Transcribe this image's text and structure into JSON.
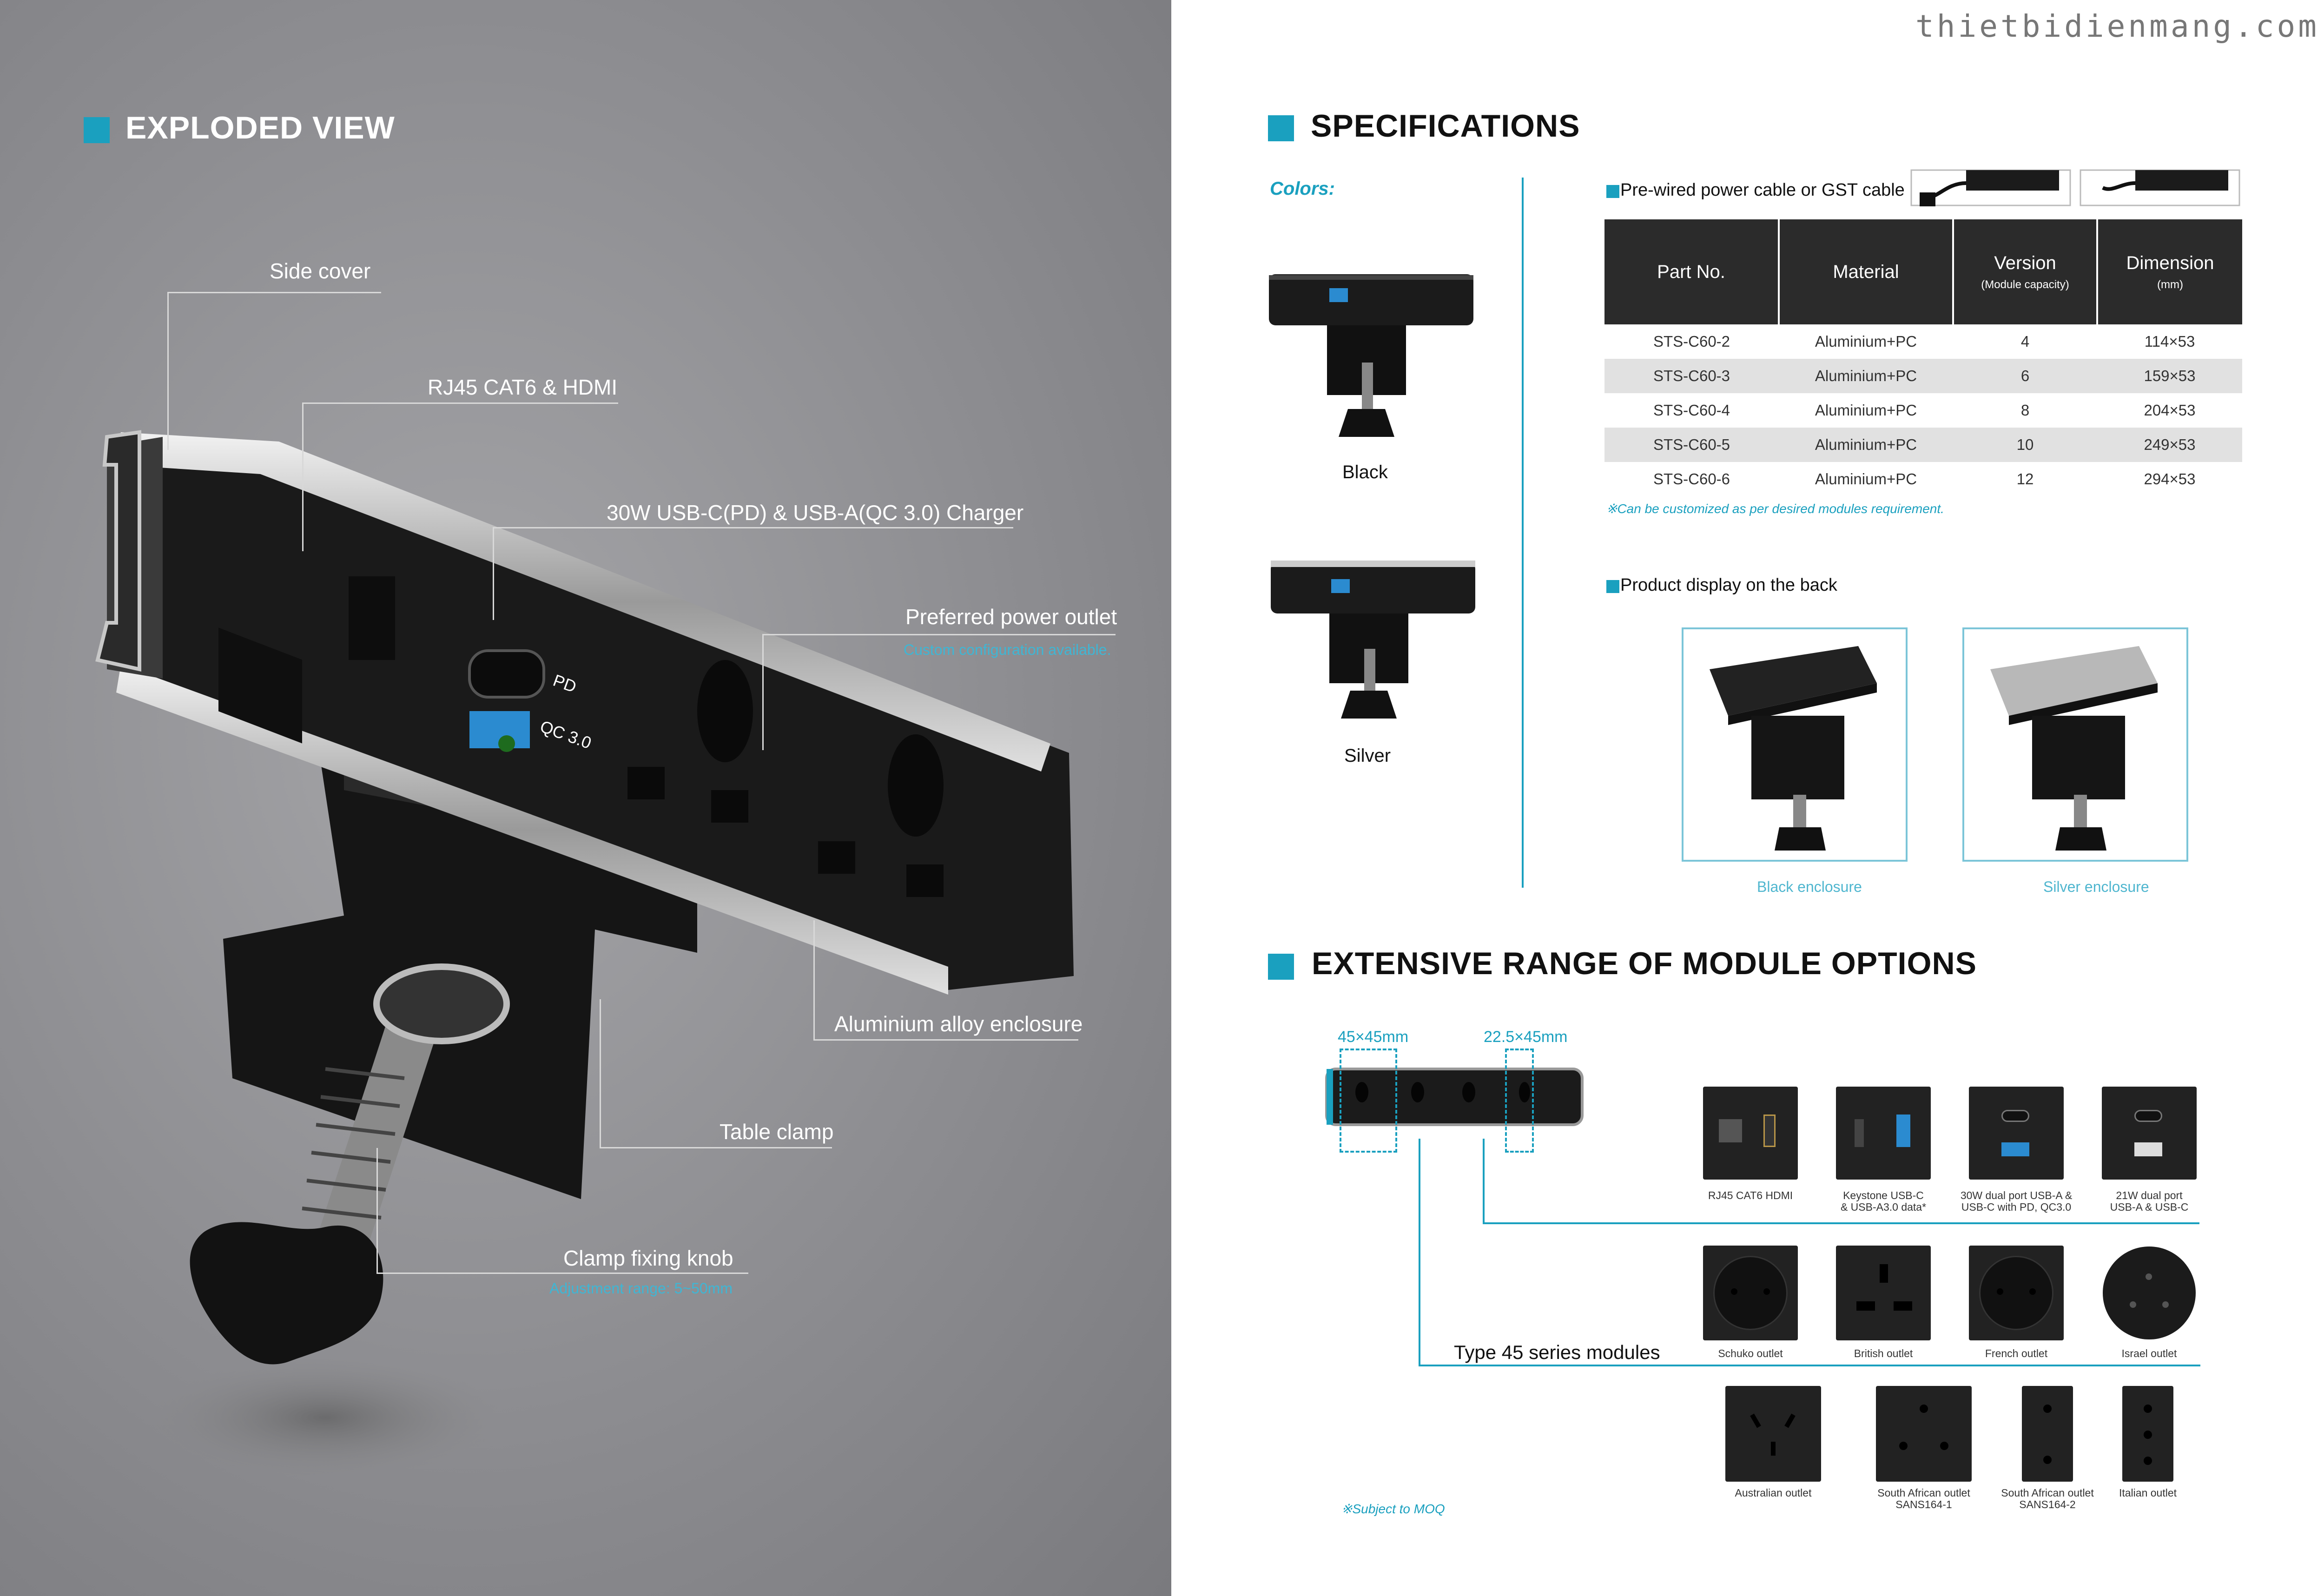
{
  "watermark": "thietbidienmang.com",
  "left": {
    "title": "EXPLODED VIEW",
    "callouts": {
      "side_cover": "Side cover",
      "rj45": "RJ45 CAT6 & HDMI",
      "usb": "30W USB-C(PD) & USB-A(QC 3.0) Charger",
      "power": "Preferred power outlet",
      "power_sub": "Custom configuration available.",
      "aluminium": "Aluminium alloy enclosure",
      "clamp": "Table clamp",
      "knob": "Clamp fixing knob",
      "knob_sub": "Adjustment range: 5~50mm"
    },
    "device_labels": {
      "pd": "PD",
      "qc": "QC 3.0"
    }
  },
  "specs": {
    "title": "SPECIFICATIONS",
    "colors_label": "Colors:",
    "color_black": "Black",
    "color_silver": "Silver",
    "cable_label": "Pre-wired power cable or GST cable",
    "table": {
      "headers": [
        {
          "label": "Part No.",
          "sub": ""
        },
        {
          "label": "Material",
          "sub": ""
        },
        {
          "label": "Version",
          "sub": "(Module capacity)"
        },
        {
          "label": "Dimension",
          "sub": "(mm)"
        }
      ],
      "rows": [
        [
          "STS-C60-2",
          "Aluminium+PC",
          "4",
          "114×53"
        ],
        [
          "STS-C60-3",
          "Aluminium+PC",
          "6",
          "159×53"
        ],
        [
          "STS-C60-4",
          "Aluminium+PC",
          "8",
          "204×53"
        ],
        [
          "STS-C60-5",
          "Aluminium+PC",
          "10",
          "249×53"
        ],
        [
          "STS-C60-6",
          "Aluminium+PC",
          "12",
          "294×53"
        ]
      ]
    },
    "custom_note": "※Can be customized as per desired modules requirement.",
    "back_label": "Product display on the back",
    "black_enclosure": "Black enclosure",
    "silver_enclosure": "Silver enclosure"
  },
  "modules": {
    "title": "EXTENSIVE RANGE OF MODULE OPTIONS",
    "dim_45": "45×45mm",
    "dim_22": "22.5×45mm",
    "type45": "Type 45 series modules",
    "moq": "※Subject to MOQ",
    "row1": [
      "RJ45 CAT6  HDMI",
      "Keystone USB-C\n& USB-A3.0 data*",
      "30W dual port USB-A &\nUSB-C with PD, QC3.0",
      "21W dual port\nUSB-A & USB-C"
    ],
    "row2": [
      "Schuko outlet",
      "British  outlet",
      "French outlet",
      "Israel  outlet"
    ],
    "row3": [
      "Australian outlet",
      "South African outlet\nSANS164-1",
      "South African outlet\nSANS164-2",
      "Italian outlet"
    ]
  },
  "colors": {
    "accent": "#1aa0bf",
    "header_bg": "#2b2b2b",
    "row_alt": "#e1e1e1"
  }
}
